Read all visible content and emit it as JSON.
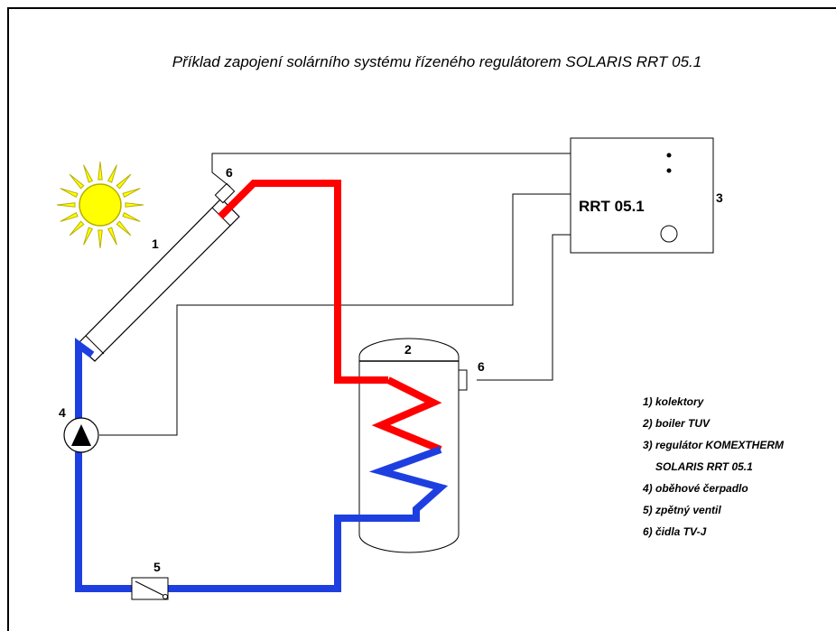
{
  "title": "Příklad zapojení solárního systému řízeného regulátorem SOLARIS RRT 05.1",
  "controller": {
    "label": "RRT 05.1"
  },
  "numbers": {
    "collector": "1",
    "boiler": "2",
    "controller": "3",
    "pump": "4",
    "check_valve": "5",
    "sensor_collector": "6",
    "sensor_boiler": "6"
  },
  "legend": [
    "1) kolektory",
    "2) boiler TUV",
    "3) regulátor KOMEXTHERM",
    "SOLARIS RRT 05.1",
    "4) oběhové čerpadlo",
    "5) zpětný ventil",
    "6) čidla TV-J"
  ],
  "colors": {
    "hot_pipe": "#ff0000",
    "cold_pipe": "#1e3fe0",
    "sun": "#ffff00",
    "sun_outline": "#b8b000"
  }
}
